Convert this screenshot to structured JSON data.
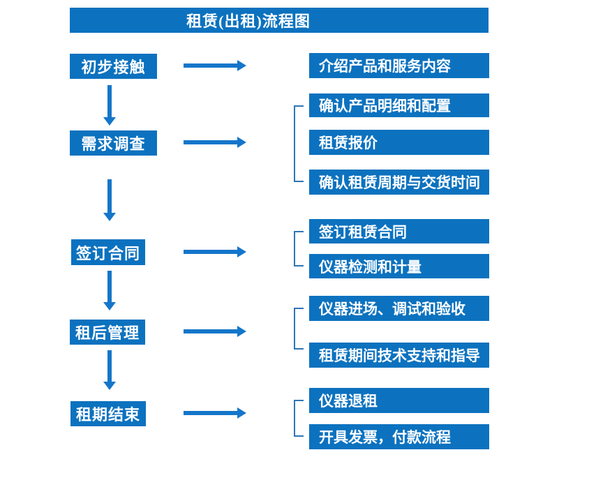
{
  "title": "租赁(出租)流程图",
  "colors": {
    "box_blue": "#0c72bf",
    "arrow_blue": "#1476ca",
    "bracket_blue": "#2e75b6",
    "text_white": "#ffffff",
    "background": "#ffffff"
  },
  "steps": [
    "初步接触",
    "需求调查",
    "签订合同",
    "租后管理",
    "租期结束"
  ],
  "details": [
    "介绍产品和服务内容",
    "确认产品明细和配置",
    "租赁报价",
    "确认租赁周期与交货时间",
    "签订租赁合同",
    "仪器检测和计量",
    "仪器进场、调试和验收",
    "租赁期间技术支持和指导",
    "仪器退租",
    "开具发票，付款流程"
  ]
}
